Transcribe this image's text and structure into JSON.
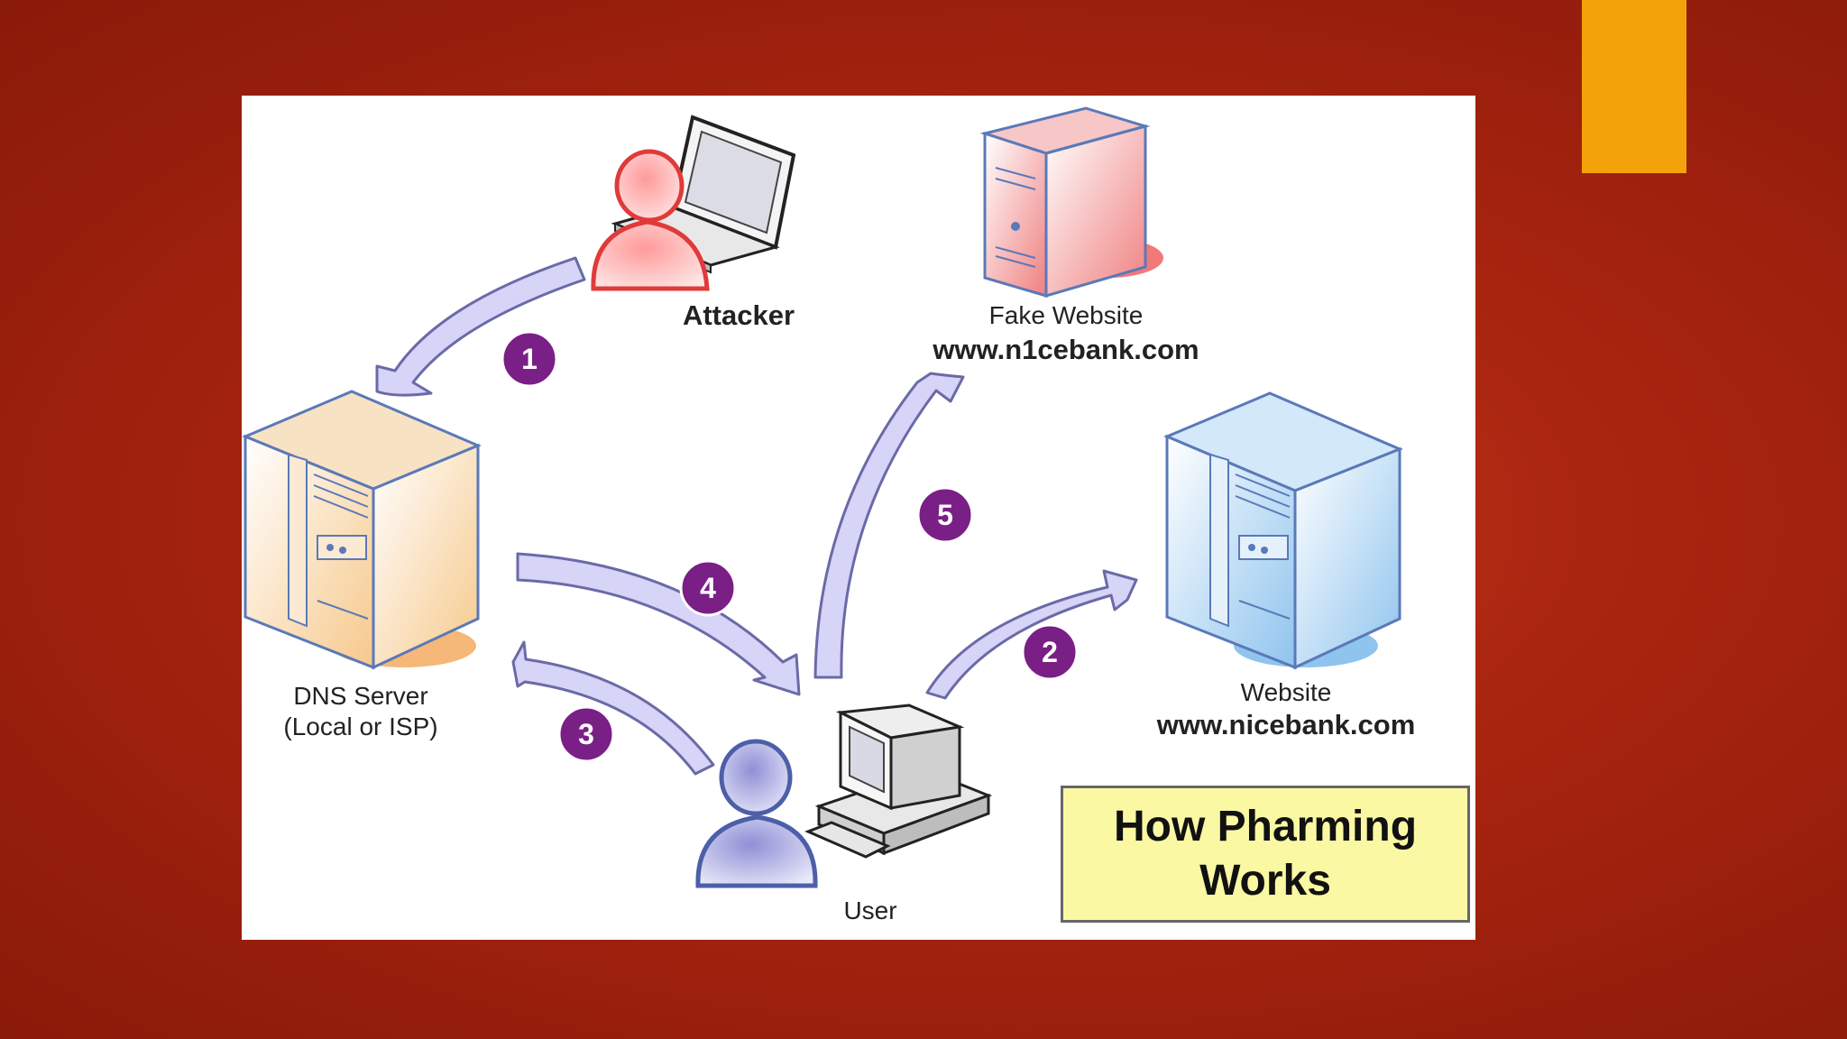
{
  "diagram": {
    "title": "How Pharming\nWorks",
    "nodes": {
      "attacker": {
        "name": "Attacker"
      },
      "fake_website": {
        "name": "Fake Website",
        "url": "www.n1cebank.com"
      },
      "dns_server": {
        "name": "DNS Server",
        "sub": "(Local or ISP)"
      },
      "website": {
        "name": "Website",
        "url": "www.nicebank.com"
      },
      "user": {
        "name": "User"
      }
    },
    "steps": [
      {
        "number": "1",
        "from": "attacker",
        "to": "dns_server"
      },
      {
        "number": "2",
        "from": "user",
        "to": "website"
      },
      {
        "number": "3",
        "from": "user",
        "to": "dns_server"
      },
      {
        "number": "4",
        "from": "dns_server",
        "to": "user"
      },
      {
        "number": "5",
        "from": "user",
        "to": "fake_website"
      }
    ]
  },
  "colors": {
    "slide_background": "#a8240f",
    "accent": "#f4a20a",
    "arrow_fill": "#d6d4f7",
    "arrow_stroke": "#6a6aa8",
    "step_badge": "#7a1f86",
    "title_box": "#fbf8a4"
  }
}
